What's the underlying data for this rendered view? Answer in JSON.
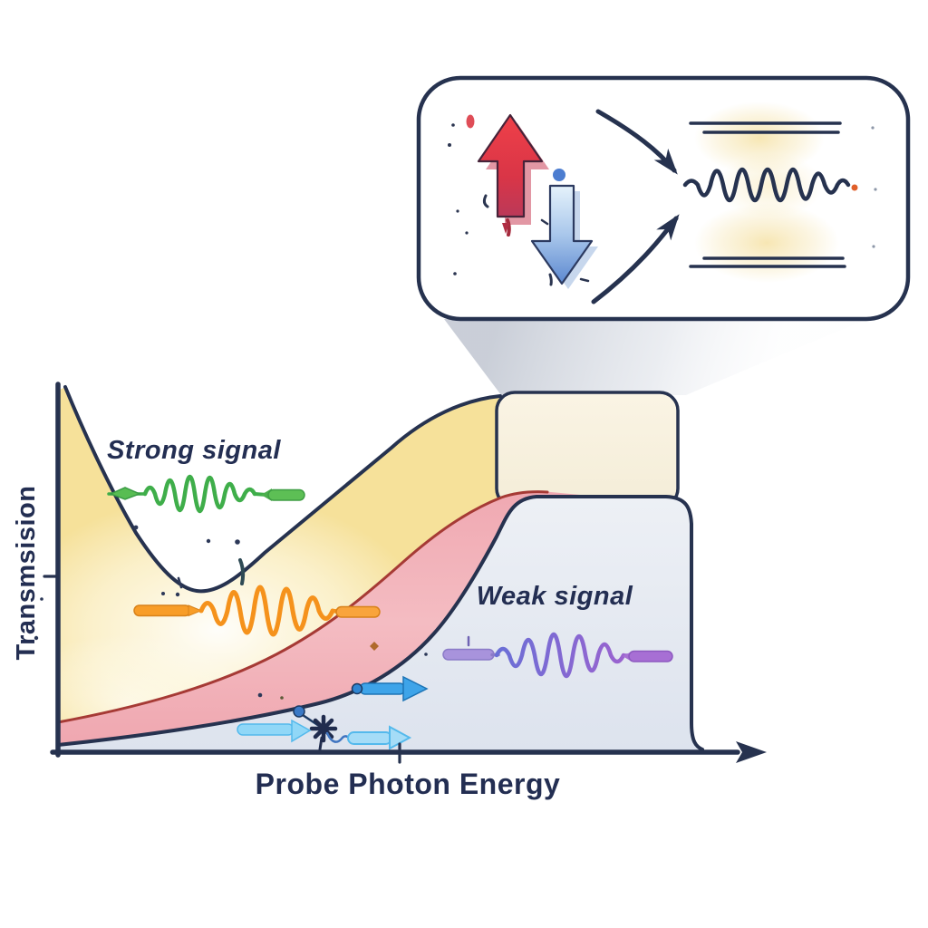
{
  "figure": {
    "type": "scientific-diagram",
    "background": "#ffffff"
  },
  "axes": {
    "x_label": "Probe Photon Energy",
    "y_label": "Transmsision",
    "axis_color": "#26324f"
  },
  "annotations": {
    "strong_signal": "Strong signal",
    "weak_signal": "Weak signal",
    "text_color": "#232e52"
  },
  "regions": [
    {
      "name": "strong-band-region",
      "fill": "#f6e19a"
    },
    {
      "name": "pump-band-region",
      "fill": "#f2b2ba",
      "edge": "#a63a35"
    },
    {
      "name": "weak-band-region",
      "fill": "#e7ebf2",
      "edge": "#26324f"
    },
    {
      "name": "resonance-window-box",
      "fill": "#f8f1dd",
      "edge": "#26324f"
    },
    {
      "name": "inset-funnel-shadow",
      "fill": "#c9ced8"
    }
  ],
  "waves": [
    {
      "name": "strong-signal-wave-icon",
      "color": "#3fae4a"
    },
    {
      "name": "pump-wave-icon",
      "color": "#f5921c"
    },
    {
      "name": "weak-signal-wave-icon",
      "color": "#7a6ad3"
    },
    {
      "name": "cavity-field-wave-icon",
      "color": "#26324f"
    }
  ],
  "markers": [
    {
      "name": "spin-up-arrow-icon",
      "color": "#e23f48"
    },
    {
      "name": "spin-down-arrow-icon",
      "color": "#6b94d6"
    },
    {
      "name": "scatter-star-icon",
      "color": "#202c4e"
    },
    {
      "name": "blue-arrow-icon",
      "color": "#3ea4e9"
    },
    {
      "name": "light-blue-arrow-icon",
      "color": "#90d7f7"
    }
  ],
  "inset": {
    "outline_color": "#26324f",
    "glow_color": "#f5e3a0",
    "elements": [
      "spin-up-arrow-icon",
      "spin-down-arrow-icon",
      "coupling-arrow-icon",
      "cavity-field-wave-icon",
      "cavity-mirror-icon"
    ]
  }
}
